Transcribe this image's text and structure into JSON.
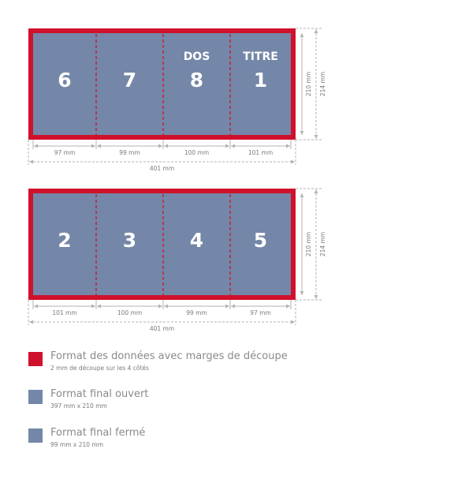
{
  "colors": {
    "bleed": "#d0112b",
    "panel": "#7487a8",
    "dim_line": "#b3b3b3",
    "dim_text": "#7a7a7a",
    "legend_text": "#8a8a8a"
  },
  "outside": {
    "panels": [
      {
        "number": "6",
        "label": ""
      },
      {
        "number": "7",
        "label": ""
      },
      {
        "number": "8",
        "label": "DOS"
      },
      {
        "number": "1",
        "label": "TITRE"
      }
    ],
    "panel_widths": [
      "97 mm",
      "99 mm",
      "100 mm",
      "101 mm"
    ],
    "total_width": "401 mm",
    "height_inner": "210 mm",
    "height_outer": "214 mm"
  },
  "inside": {
    "panels": [
      {
        "number": "2",
        "label": ""
      },
      {
        "number": "3",
        "label": ""
      },
      {
        "number": "4",
        "label": ""
      },
      {
        "number": "5",
        "label": ""
      }
    ],
    "panel_widths": [
      "101 mm",
      "100 mm",
      "99 mm",
      "97 mm"
    ],
    "total_width": "401 mm",
    "height_inner": "210 mm",
    "height_outer": "214 mm"
  },
  "legend": [
    {
      "title": "Format des données avec marges de découpe",
      "subtitle": "2 mm de découpe sur les 4 côtés",
      "swatch": "#d0112b"
    },
    {
      "title": "Format final ouvert",
      "subtitle": "397 mm x 210 mm",
      "swatch": "#7487a8"
    },
    {
      "title": "Format final fermé",
      "subtitle": "99 mm x 210 mm",
      "swatch": "#7487a8"
    }
  ]
}
